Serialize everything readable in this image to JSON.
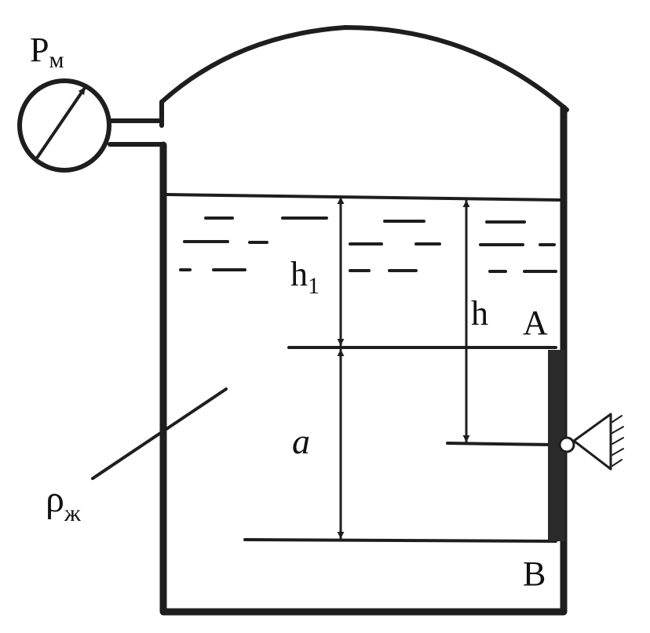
{
  "labels": {
    "manometer_main": "P",
    "manometer_sub": "м",
    "h1_main": "h",
    "h1_sub": "1",
    "h": "h",
    "a": "a",
    "rho_main": "ρ",
    "rho_sub": "ж",
    "point_a": "A",
    "point_b": "B"
  },
  "colors": {
    "ink": "#1e1e1e",
    "gate": "#2a2a2a",
    "paper": "#ffffff"
  }
}
